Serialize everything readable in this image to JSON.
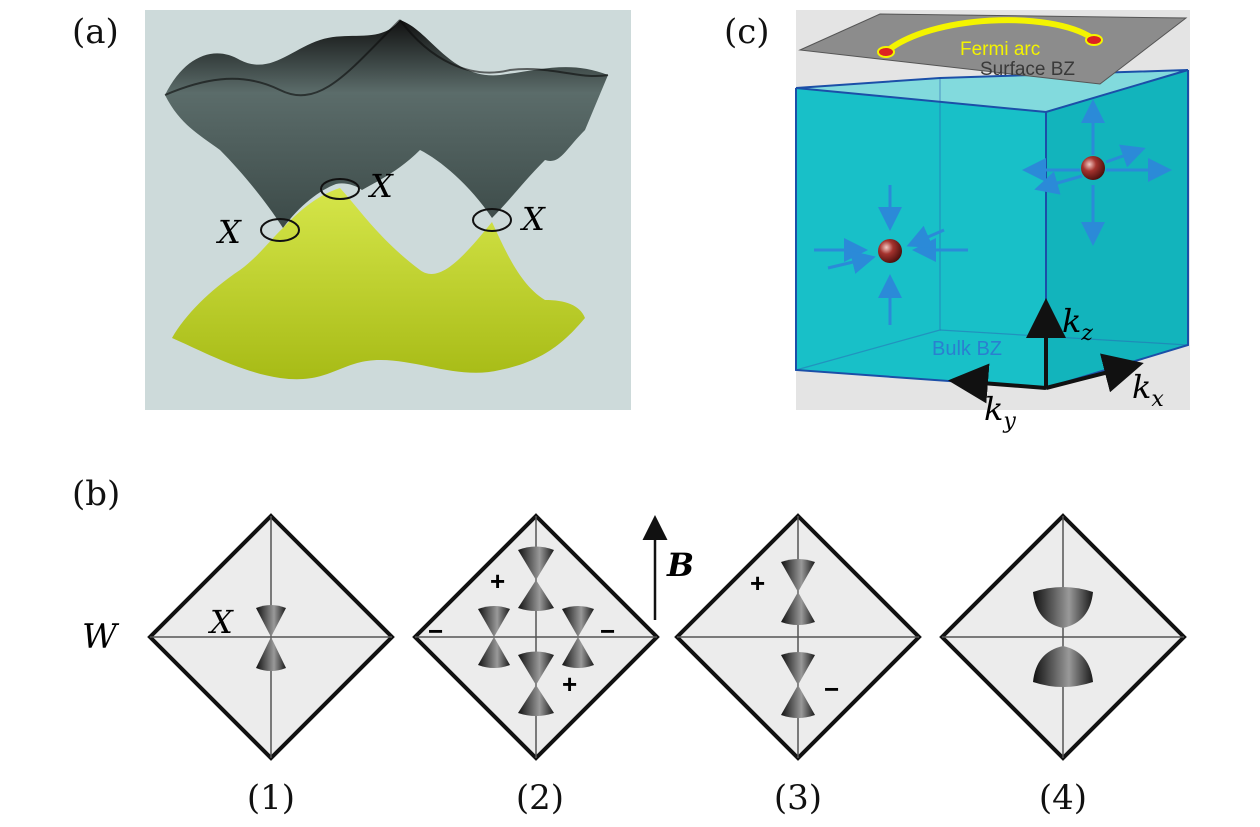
{
  "panels": {
    "a": {
      "label": "(a)",
      "node_label": "X"
    },
    "b": {
      "label": "(b)",
      "axis_label": "W",
      "field_label": "B",
      "node_label": "X",
      "plus_sign": "+",
      "minus_sign": "−",
      "stages": [
        "(1)",
        "(2)",
        "(3)",
        "(4)"
      ]
    },
    "c": {
      "label": "(c)",
      "surface_arc_label": "Fermi arc",
      "surface_bz_label": "Surface BZ",
      "bulk_bz_label": "Bulk BZ",
      "axis_kz": "k",
      "axis_kz_sub": "z",
      "axis_kx": "k",
      "axis_kx_sub": "x",
      "axis_ky": "k",
      "axis_ky_sub": "y"
    }
  },
  "colors": {
    "panel_a_bg": "#cddada",
    "upper_band": "#4a5a58",
    "lower_band": "#c3d62a",
    "cube_face": "#19c4cc",
    "cube_edge": "#1b4fa8",
    "fermi_arc": "#f4f400",
    "surface_plane": "#8c8c8c",
    "arrow_blue": "#2b8ad8",
    "weyl_point": "#9a2a2a",
    "diamond_fill": "#ececec",
    "cone": "#2a2a2a"
  }
}
